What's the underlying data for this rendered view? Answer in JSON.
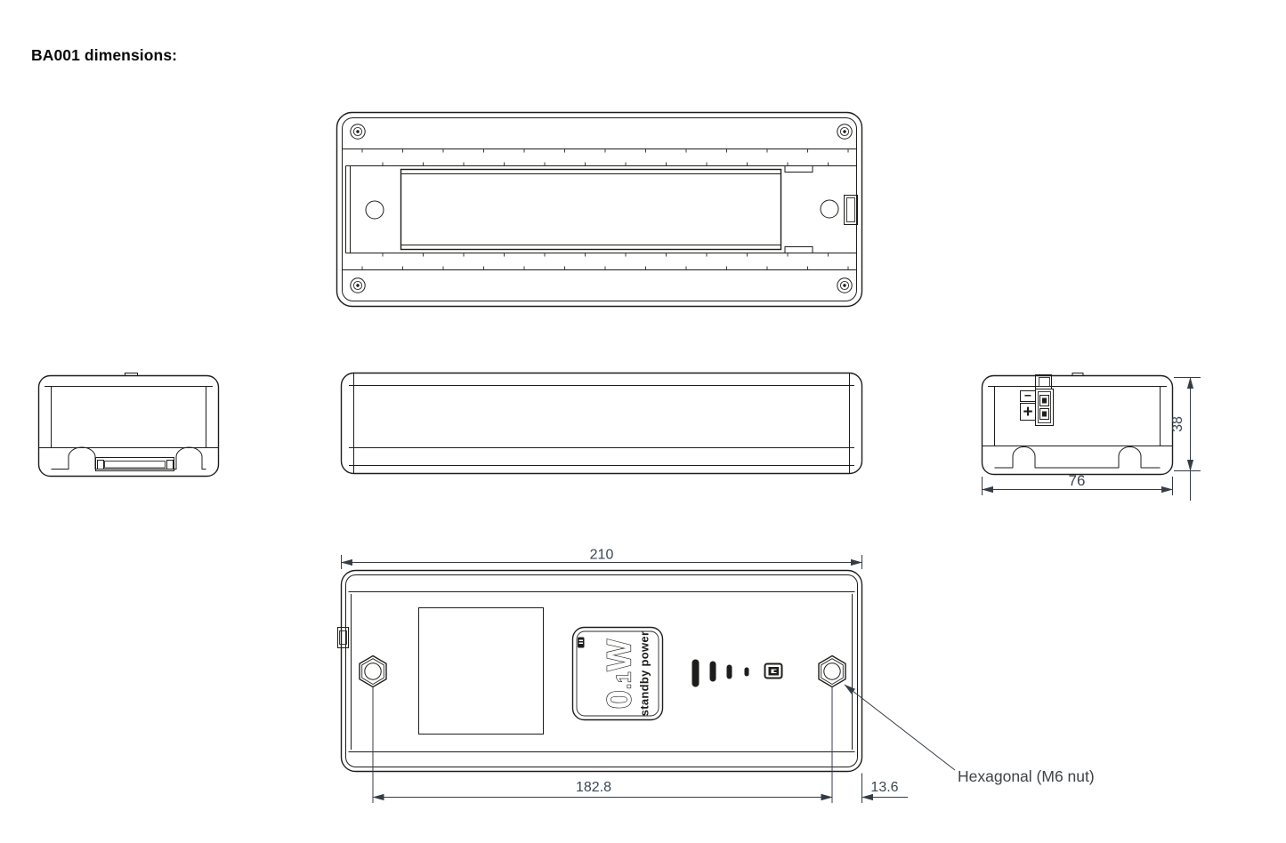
{
  "title": "BA001 dimensions:",
  "dimensions": {
    "overall_length": "210",
    "nut_spacing": "182.8",
    "nut_to_edge": "13.6",
    "body_width": "76",
    "body_height": "38"
  },
  "annotation": {
    "hex_nut": "Hexagonal (M6 nut)"
  },
  "logo": {
    "value_int": "0",
    "value_dec": ".1",
    "value_unit": "W",
    "subtitle": "standby power"
  },
  "terminal": {
    "negative": "−",
    "positive": "+"
  },
  "colors": {
    "line": "#1d1d1b",
    "dim_text": "#3a4654",
    "annotation_text": "#3f4347",
    "background": "#ffffff"
  }
}
